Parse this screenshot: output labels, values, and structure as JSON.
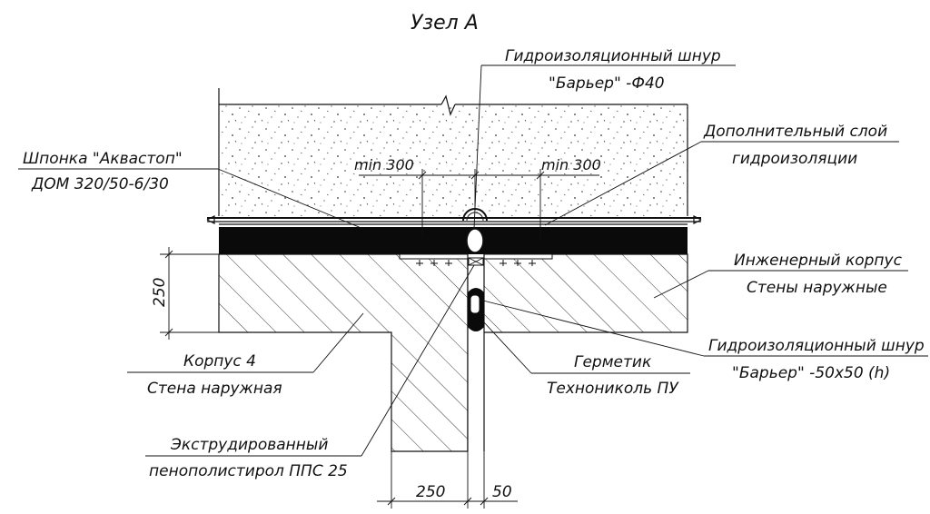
{
  "title": "Узел А",
  "labels": {
    "cord_top_1": "Гидроизоляционный шнур",
    "cord_top_2": "\"Барьер\" -Ф40",
    "extra_layer_1": "Дополнительный слой",
    "extra_layer_2": "гидроизоляции",
    "key_1": "Шпонка \"Аквастоп\"",
    "key_2": "ДОМ 320/50-6/30",
    "min_left": "min 300",
    "min_right": "min 300",
    "eng_1": "Инженерный корпус",
    "eng_2": "Стены наружные",
    "body4_1": "Корпус 4",
    "body4_2": "Стена наружная",
    "sealant_1": "Герметик",
    "sealant_2": "Технониколь ПУ",
    "cord_bot_1": "Гидроизоляционный шнур",
    "cord_bot_2": "\"Барьер\" -50x50 (h)",
    "xps_1": "Экструдированный",
    "xps_2": "пенополистирол ППС 25"
  },
  "dimensions": {
    "dim_250_vertical": "250",
    "dim_250_horizontal": "250",
    "dim_50": "50"
  }
}
